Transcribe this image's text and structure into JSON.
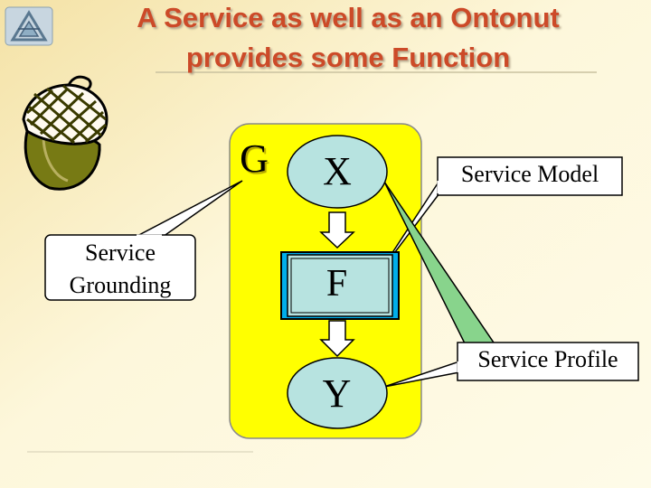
{
  "slide": {
    "title_line1": "A Service as well as an Ontonut",
    "title_line2": "provides some Function"
  },
  "diagram": {
    "g_label": "G",
    "x_label": "X",
    "f_label": "F",
    "y_label": "Y",
    "service_model": "Service Model",
    "service_grounding_line1": "Service",
    "service_grounding_line2": "Grounding",
    "service_profile": "Service Profile"
  },
  "colors": {
    "background": "#fbf6d6",
    "title": "#cc4a28",
    "grounding_box": "#ffff00",
    "node_fill": "#b7e3e0",
    "function_fill": "#00aeea",
    "callout_fill": "#ffffff",
    "callout_tail": "#88d48c"
  },
  "icons": {
    "corner_logo": "triangle-logo-icon",
    "acorn": "acorn-icon"
  }
}
